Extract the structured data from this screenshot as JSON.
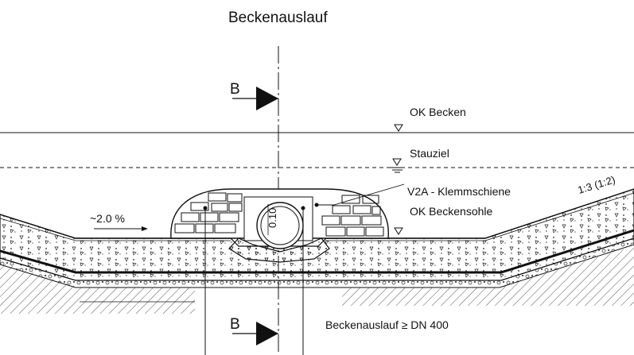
{
  "title": "Beckenauslauf",
  "section_marker_top": "B",
  "section_marker_bottom": "B",
  "labels": {
    "ok_becken": "OK Becken",
    "stauziel": "Stauziel",
    "klemmschiene": "V2A - Klemmschiene",
    "ok_beckensohle": "OK Beckensohle",
    "slope_side": "1:3 (1:2)",
    "slope_bottom": "~2.0 %",
    "pipe_dim": "0.10",
    "outlet_spec": "Beckenauslauf ≥ DN 400"
  },
  "colors": {
    "line": "#111111",
    "background": "#ffffff"
  }
}
